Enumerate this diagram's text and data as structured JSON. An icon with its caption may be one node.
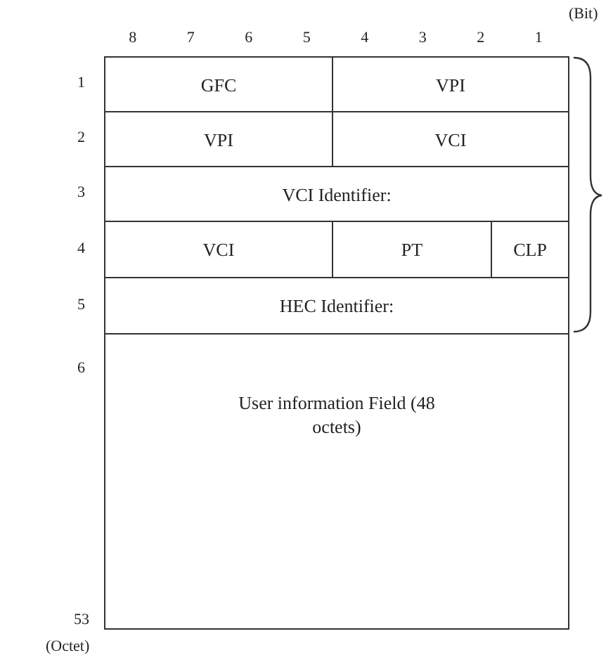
{
  "diagram": {
    "nodes": [
      {
        "text": [
          "GFC"
        ]
      },
      {
        "text": [
          "VPI"
        ]
      },
      {
        "text": [
          "VPI"
        ]
      },
      {
        "text": [
          "VCI"
        ]
      },
      {
        "text": [
          "VCI Identifier:"
        ]
      },
      {
        "text": [
          "VCI"
        ]
      },
      {
        "text": [
          "PT"
        ]
      },
      {
        "text": [
          "CLP"
        ]
      },
      {
        "text": [
          "HEC Identifier:"
        ]
      },
      {
        "text": [
          "User information Field (48 octets)"
        ]
      }
    ],
    "labels": [
      "(Bit)",
      "8",
      "7",
      "6",
      "5",
      "4",
      "3",
      "2",
      "1",
      "1",
      "2",
      "3",
      "4",
      "5",
      "6",
      "53",
      "(Octet)"
    ]
  }
}
